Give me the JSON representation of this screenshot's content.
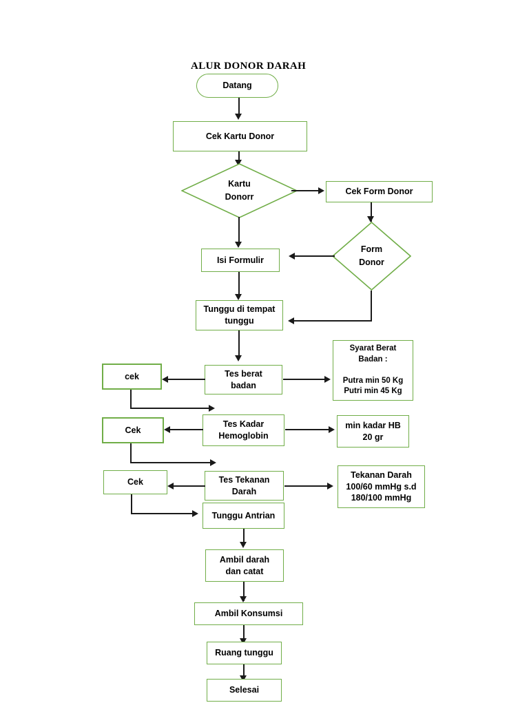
{
  "diagram": {
    "title": "ALUR DONOR DARAH",
    "accent_color": "#70ad47",
    "line_color": "#1a1a1a",
    "background": "#ffffff",
    "nodes": {
      "start": "Datang",
      "cek_kartu_donor": "Cek Kartu Donor",
      "kartu_donorr": "Kartu\nDonorr",
      "cek_form_donor": "Cek Form Donor",
      "form_donor": "Form\nDonor",
      "isi_formulir": "Isi Formulir",
      "tunggu_di_tempat_tunggu": "Tunggu di tempat\ntunggu",
      "cek_berat": "cek",
      "tes_berat_badan": "Tes berat\nbadan",
      "syarat_berat_badan": "Syarat Berat\nBadan :\n\nPutra min 50 Kg\nPutri min 45 Kg",
      "cek_hb": "Cek",
      "tes_kadar_hemoglobin": "Tes Kadar\nHemoglobin",
      "min_kadar_hb": "min kadar HB\n20 gr",
      "cek_tekanan": "Cek",
      "tes_tekanan_darah": "Tes Tekanan\nDarah",
      "tekanan_darah_syarat": "Tekanan Darah\n100/60 mmHg s.d\n180/100 mmHg",
      "tunggu_antrian": "Tunggu Antrian",
      "ambil_darah_dan_catat": "Ambil darah\ndan catat",
      "ambil_konsumsi": "Ambil Konsumsi",
      "ruang_tunggu": "Ruang tunggu",
      "selesai": "Selesai"
    }
  }
}
